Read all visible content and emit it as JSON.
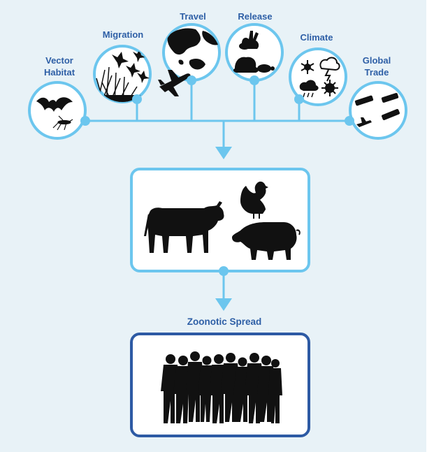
{
  "factors": [
    {
      "id": "vector-habitat",
      "line1": "Vector",
      "line2": "Habitat"
    },
    {
      "id": "migration",
      "line1": "Migration"
    },
    {
      "id": "travel",
      "line1": "Travel"
    },
    {
      "id": "release",
      "line1": "Release"
    },
    {
      "id": "climate",
      "line1": "Climate"
    },
    {
      "id": "global-trade",
      "line1": "Global",
      "line2": "Trade"
    }
  ],
  "stages": {
    "animals": {
      "icons": [
        "cow-icon",
        "chicken-icon",
        "pig-icon"
      ]
    },
    "spread": {
      "title": "Zoonotic Spread",
      "icons": [
        "people-crowd-icon"
      ]
    }
  },
  "colors": {
    "connector": "#6cc6ee",
    "animal_box": "#6cc6ee",
    "spread_box": "#2d5aa4",
    "label": "#2e5fa6",
    "silhouette": "#111111",
    "background": "#e8f2f7"
  }
}
